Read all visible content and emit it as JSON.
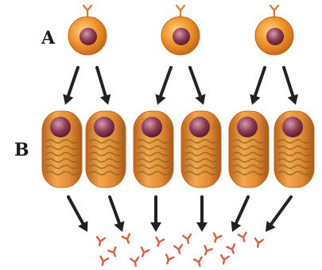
{
  "labels": {
    "row_a": "A",
    "row_b": "B"
  },
  "colors": {
    "cell_body": "#f0962a",
    "cell_edge": "#c8641a",
    "nucleus": "#7a2a3e",
    "nucleus_highlight": "#c87a90",
    "plasma_body": "#d9822e",
    "plasma_er": "#8a6a1e",
    "receptor": "#e8732a",
    "antibody": "#e05a40",
    "arrow": "#222222"
  },
  "counts": {
    "b_cells": 3,
    "plasma_cells": 6,
    "antibodies": 17
  }
}
